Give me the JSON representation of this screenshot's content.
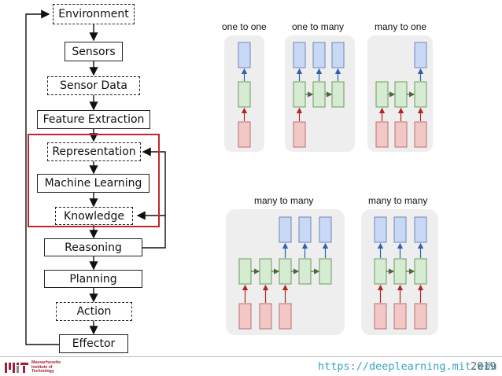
{
  "pipeline": {
    "environment": "Environment",
    "sensors": "Sensors",
    "sensor_data": "Sensor Data",
    "feature_extraction": "Feature Extraction",
    "representation": "Representation",
    "machine_learning": "Machine Learning",
    "knowledge": "Knowledge",
    "reasoning": "Reasoning",
    "planning": "Planning",
    "action": "Action",
    "effector": "Effector"
  },
  "rnn_types": {
    "one_to_one": "one to one",
    "one_to_many": "one to many",
    "many_to_one": "many to one",
    "many_to_many_1": "many to many",
    "many_to_many_2": "many to many"
  },
  "colors": {
    "highlight_red": "#c0262b",
    "input_fill": "#f4c7c7",
    "hidden_fill": "#d6ecd2",
    "output_fill": "#c9d8f5",
    "panel_bg": "#eeeeee",
    "url_color": "#3aa4c6",
    "mit_red": "#a31f34"
  },
  "footer": {
    "url": "https://deeplearning.mit.edu",
    "year": "2019",
    "institution": "Massachusetts\nInstitute of\nTechnology"
  }
}
